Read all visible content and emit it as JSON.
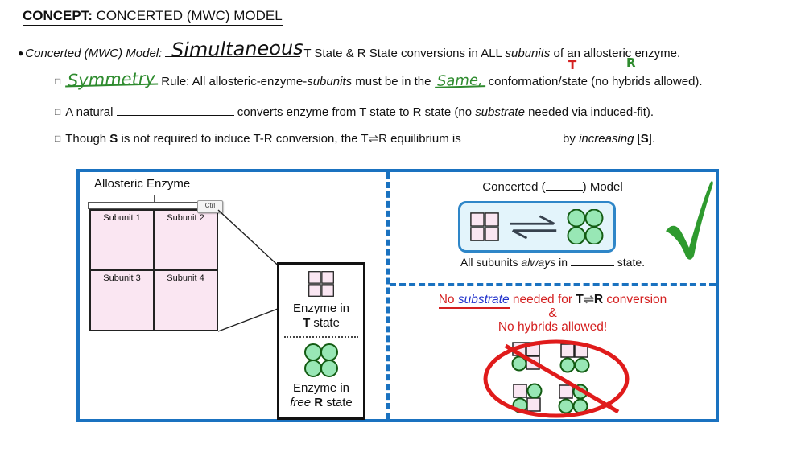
{
  "header": {
    "label": "CONCEPT:",
    "title": " CONCERTED (MWC) MODEL"
  },
  "bullet": {
    "marker": "●",
    "lead": "Concerted (MWC) Model: ",
    "answer": "Simultaneous",
    "rest_a": " T State & R State conversions in ALL ",
    "subunits": "subunits",
    "rest_b": " of an allosteric enzyme."
  },
  "sub1": {
    "marker": "□",
    "answer": "Symmetry",
    "text_a": " Rule: All allosteric-enzyme-",
    "subunits": "subunits",
    "text_b": " must be in the ",
    "answer2": "Same,",
    "text_c": " conformation/state (no hybrids allowed).",
    "annotation_t": "T",
    "annotation_r": "R"
  },
  "sub2": {
    "marker": "□",
    "text_a": "A natural ",
    "text_b": " converts enzyme from T state to R state (no ",
    "substrate": "substrate",
    "text_c": " needed via induced-fit)."
  },
  "sub3": {
    "marker": "□",
    "text_a": "Though ",
    "s1": "S",
    "text_b": " is not required to induce T-R conversion, the T",
    "eq": "⇌",
    "text_c": "R equilibrium is ",
    "text_d": " by ",
    "increasing": "increasing",
    "text_e": " [",
    "s2": "S",
    "text_f": "]."
  },
  "diagram": {
    "left": {
      "title": "Allosteric Enzyme",
      "subunits": [
        "Subunit 1",
        "Subunit 2",
        "Subunit 3",
        "Subunit 4"
      ],
      "ctrl_chip": "Ctrl",
      "t_box": {
        "line1": "Enzyme in",
        "bold": "T",
        "rest": " state"
      },
      "r_box": {
        "line1": "Enzyme in",
        "italic": "free ",
        "bold": "R",
        "rest": " state"
      }
    },
    "right": {
      "title_a": "Concerted (",
      "title_b": ") Model",
      "subtitle_a": "All subunits ",
      "subtitle_italic": "always",
      "subtitle_b": " in ",
      "subtitle_c": " state.",
      "warning": {
        "no": "No ",
        "substrate": "substrate",
        "mid": " needed for ",
        "t": "T",
        "eq": "⇌",
        "r": "R",
        "end": " conversion",
        "amp": "&",
        "line2": "No hybrids allowed!"
      }
    }
  },
  "icons": {
    "t_state": "pink-2x2-square-grid",
    "r_state": "green-4-circle-cluster",
    "equilibrium": "double-harpoon-arrows",
    "approval": "green-checkmark",
    "prohibited": "red-ellipse-with-slash"
  },
  "colors": {
    "panel_border_blue": "#1a72c0",
    "t_state_pink": "#fae6f2",
    "r_state_green": "#98e7b5",
    "warning_red": "#d42020",
    "handwriting_green": "#2e8b2e",
    "substrate_blue": "#2233cc",
    "check_green": "#2e9a2e",
    "equilibrium_box_fill": "#e3f4fb",
    "equilibrium_box_border": "#2e86c8"
  }
}
